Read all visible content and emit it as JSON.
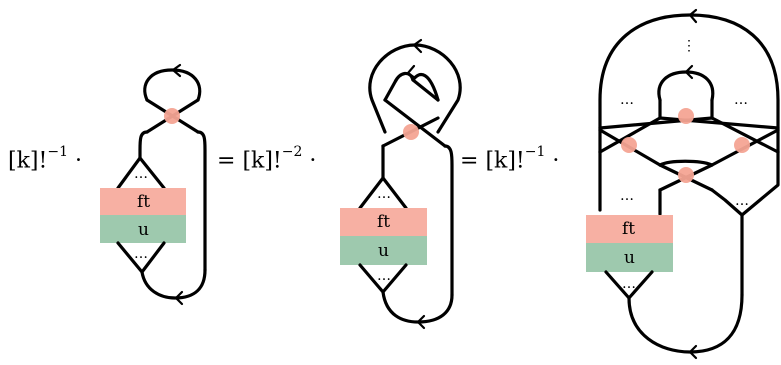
{
  "equation": {
    "coefficients": [
      {
        "bracket": "[k]!",
        "exponent": "−1",
        "op": "·"
      },
      {
        "prefix": "=",
        "bracket": "[k]!",
        "exponent": "−2",
        "op": "·"
      },
      {
        "prefix": "=",
        "bracket": "[k]!",
        "exponent": "−1",
        "op": "·"
      }
    ]
  },
  "diagrams": {
    "box_top_label": "ft",
    "box_bottom_label": "u",
    "ellipsis": "…",
    "vellipsis": "⋮",
    "colors": {
      "box_top": "#f7b0a3",
      "box_bottom": "#9ec9ae",
      "crossing": "#f4a493",
      "stroke": "#000000"
    }
  }
}
